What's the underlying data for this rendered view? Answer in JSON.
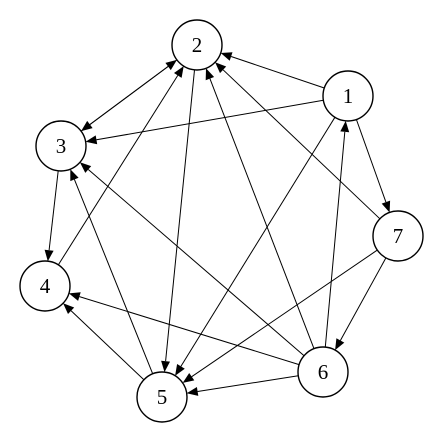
{
  "graph": {
    "nodes": [
      {
        "id": "1",
        "label": "1"
      },
      {
        "id": "2",
        "label": "2"
      },
      {
        "id": "3",
        "label": "3"
      },
      {
        "id": "4",
        "label": "4"
      },
      {
        "id": "5",
        "label": "5"
      },
      {
        "id": "6",
        "label": "6"
      },
      {
        "id": "7",
        "label": "7"
      }
    ],
    "edges": [
      {
        "from": "1",
        "to": "2"
      },
      {
        "from": "1",
        "to": "3"
      },
      {
        "from": "1",
        "to": "7"
      },
      {
        "from": "1",
        "to": "5"
      },
      {
        "from": "2",
        "to": "3"
      },
      {
        "from": "3",
        "to": "2"
      },
      {
        "from": "2",
        "to": "5"
      },
      {
        "from": "3",
        "to": "4"
      },
      {
        "from": "4",
        "to": "2"
      },
      {
        "from": "5",
        "to": "4"
      },
      {
        "from": "5",
        "to": "3"
      },
      {
        "from": "6",
        "to": "1"
      },
      {
        "from": "6",
        "to": "2"
      },
      {
        "from": "6",
        "to": "3"
      },
      {
        "from": "6",
        "to": "4"
      },
      {
        "from": "6",
        "to": "5"
      },
      {
        "from": "7",
        "to": "2"
      },
      {
        "from": "7",
        "to": "5"
      },
      {
        "from": "7",
        "to": "6"
      }
    ]
  }
}
